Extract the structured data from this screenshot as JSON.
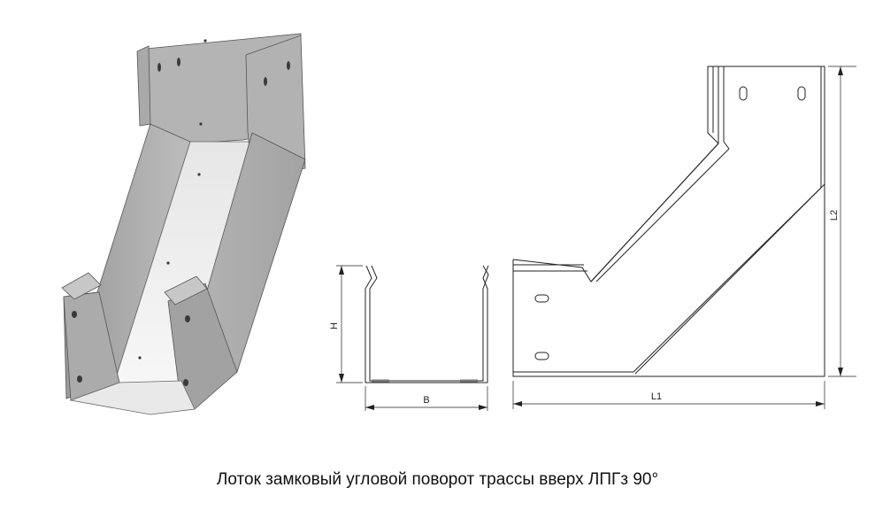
{
  "caption": "Лоток замковый угловой поворот трассы вверх ЛПГз 90°",
  "dimensions": {
    "height": "H",
    "width": "B",
    "length1": "L1",
    "length2": "L2"
  }
}
